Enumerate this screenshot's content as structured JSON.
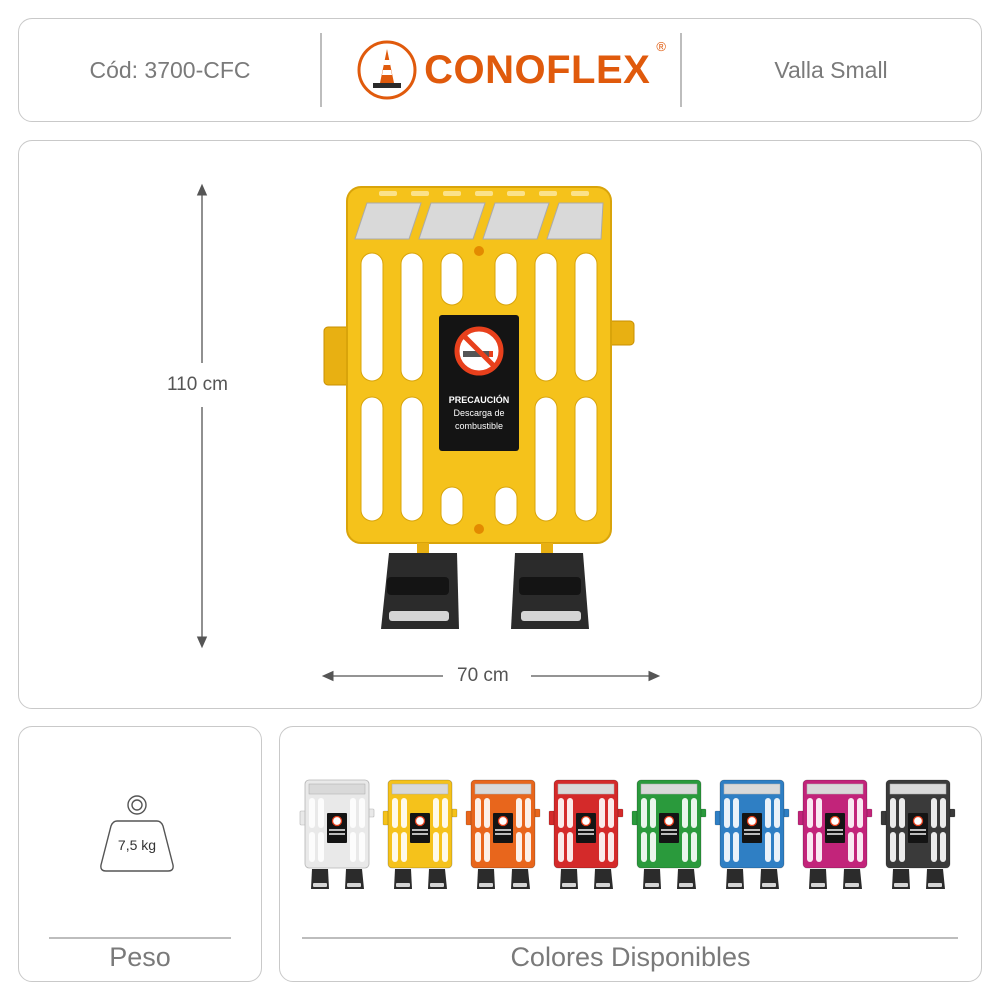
{
  "header": {
    "code": "Cód: 3700-CFC",
    "brand": "CONOFLEX",
    "brand_mark": "®",
    "product": "Valla Small"
  },
  "main": {
    "height_label": "110 cm",
    "width_label": "70 cm",
    "sign": {
      "line1": "PRECAUCIÓN",
      "line2": "Descarga de",
      "line3": "combustible",
      "icon": "no-smoking-icon"
    },
    "barrier_color": "#f5c21b"
  },
  "weight": {
    "value": "7,5 kg",
    "caption": "Peso",
    "icon": "weight-icon"
  },
  "colors": {
    "caption": "Colores Disponibles",
    "swatches": [
      "#e9e9e9",
      "#f5c21b",
      "#e8661c",
      "#d42a2a",
      "#2a9a3c",
      "#2f7fc4",
      "#c2247a",
      "#3a3a3a"
    ]
  },
  "brand_colors": {
    "accent": "#e05a0c",
    "text": "#7a7a7a",
    "border": "#c9c9c9"
  }
}
